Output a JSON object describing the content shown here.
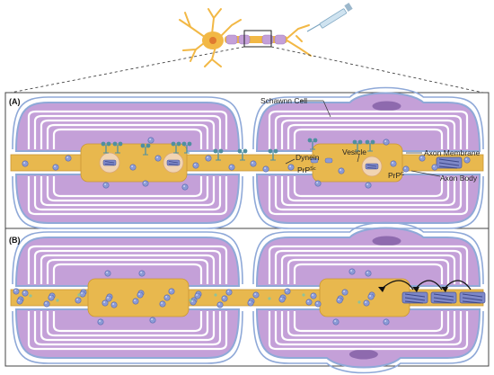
{
  "panel_a": {
    "tag": "(A)",
    "labels": {
      "schwann_cell": "Schawnn Cell",
      "axon_membrane": "Axon Membrane",
      "axon_body": "Axon Body",
      "dynein": "Dynein",
      "vesicle": "Vesicle",
      "prp_sc_base": "PrP",
      "prp_sc_sup": "Sc",
      "prp_c_base": "PrP",
      "prp_c_sup": "C"
    }
  },
  "panel_b": {
    "tag": "(B)"
  },
  "colors": {
    "axon": "#E8B84E",
    "axon_edge": "#C99735",
    "myelin": "#C4A0D8",
    "myelin_edge": "#9E78BE",
    "myelin_dark": "#8E6AAE",
    "schwann_outline": "#8FA9D8",
    "prion": "#8C9BD6",
    "prion_edge": "#5B6DB3",
    "dynein": "#4F8FA0",
    "vesicle": "#F2D6B8",
    "vesicle_edge": "#D9A77A",
    "neuron": "#F2B845",
    "frame": "#444444"
  }
}
